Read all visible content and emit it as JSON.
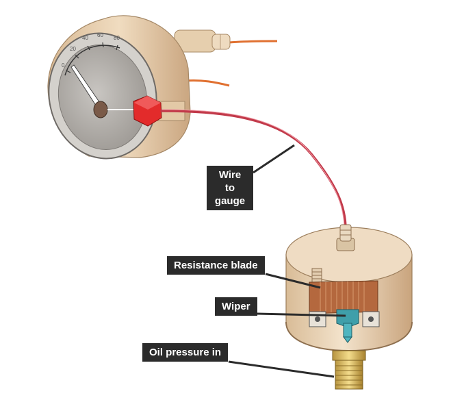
{
  "labels": {
    "wire_to_gauge": "Wire to\ngauge",
    "resistance_blade": "Resistance blade",
    "wiper": "Wiper",
    "oil_pressure_in": "Oil pressure in"
  },
  "gauge": {
    "dial_marks": [
      "0",
      "20",
      "40",
      "60",
      "80"
    ]
  },
  "colors": {
    "housing": "#e8cfaa",
    "dial_face": "#b9b6b2",
    "wire_red": "#c23a4a",
    "wire_orange": "#e07030",
    "terminal_red": "#e32b2b",
    "resistance_blade": "#b4683e",
    "wiper": "#3f9faa",
    "fitting_brass": "#e0c070",
    "label_bg": "#2b2b2b",
    "label_text": "#ffffff"
  }
}
